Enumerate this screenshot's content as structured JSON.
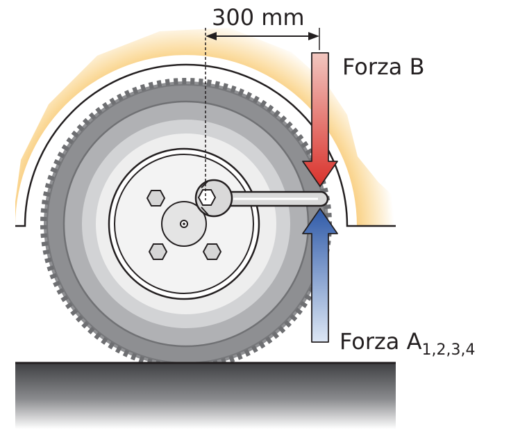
{
  "dimension": {
    "value": "300 mm"
  },
  "forces": {
    "b": {
      "label": "Forza B",
      "color": "#d9312b"
    },
    "a": {
      "label": "Forza A",
      "subscript": "1,2,3,4",
      "color": "#2f5aa8"
    }
  },
  "colors": {
    "fender_glow": "#f6b447",
    "tire": "#8e8f92",
    "ground_top": "#3d3e41",
    "ground_bottom": "#ffffff"
  }
}
